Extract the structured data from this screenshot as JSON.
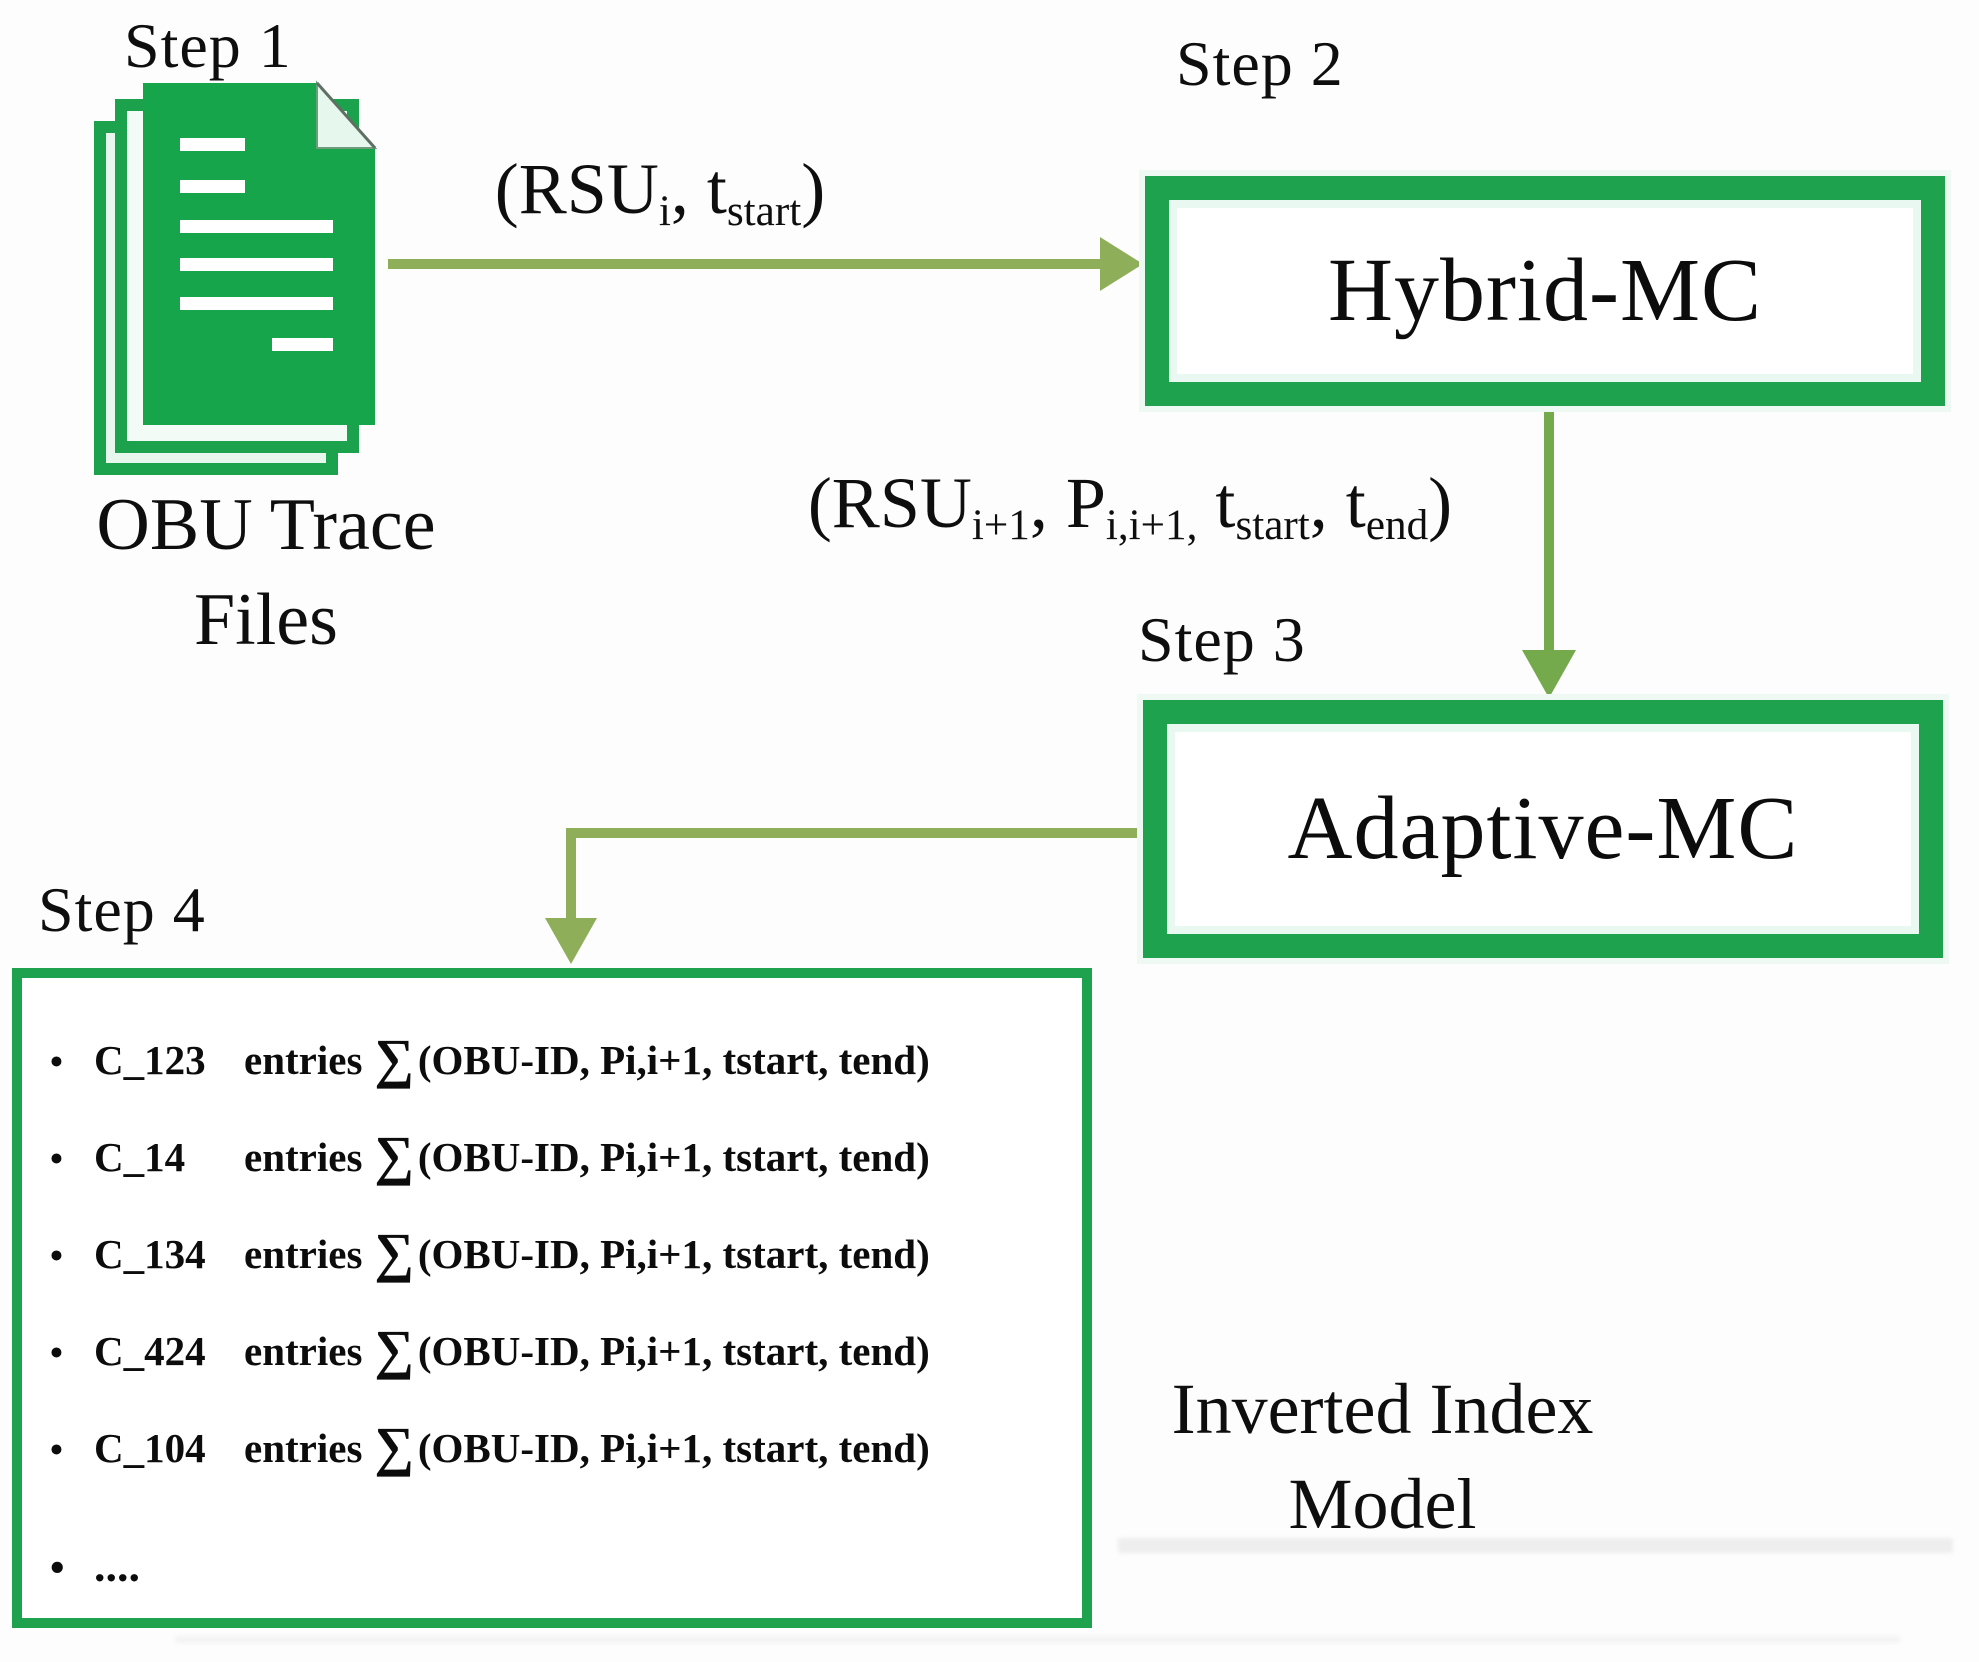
{
  "figure": {
    "colors": {
      "box_border_green": "#1ea24e",
      "document_green": "#17a54b",
      "arrow_olive": "#8fae59",
      "arrow_green": "#74a94c",
      "mint": "#e4f6ec",
      "text": "#0e0e0e"
    },
    "step1": {
      "label": "Step 1",
      "icon": "document-stack-icon",
      "caption_line1": "OBU Trace",
      "caption_line2": "Files"
    },
    "arrow1_label": {
      "open": "(RSU",
      "sub_i": "i",
      "mid": ", t",
      "sub_start": "start",
      "close": ")"
    },
    "step2": {
      "label": "Step 2",
      "box_title": "Hybrid-MC"
    },
    "arrow2_label": {
      "open": "(RSU",
      "sub_i1": "i+1",
      "mid1": ", P",
      "sub_p": "i,i+1,",
      "mid2": " t",
      "sub_start": "start",
      "mid3": ", t",
      "sub_end": "end",
      "close": ")"
    },
    "step3": {
      "label": "Step 3",
      "box_title": "Adaptive-MC"
    },
    "step4": {
      "label": "Step 4",
      "bullet_char": "•",
      "items": [
        {
          "id": "C_123",
          "word": "entries",
          "sum": "∑",
          "rest": "(OBU-ID, Pi,i+1, tstart, tend)"
        },
        {
          "id": "C_14",
          "word": "entries",
          "sum": "∑",
          "rest": "(OBU-ID, Pi,i+1, tstart, tend)"
        },
        {
          "id": "C_134",
          "word": "entries",
          "sum": "∑",
          "rest": "(OBU-ID, Pi,i+1, tstart, tend)"
        },
        {
          "id": "C_424",
          "word": "entries",
          "sum": "∑",
          "rest": "(OBU-ID, Pi,i+1, tstart, tend)"
        },
        {
          "id": "C_104",
          "word": "entries",
          "sum": "∑",
          "rest": "(OBU-ID, Pi,i+1, tstart, tend)"
        },
        {
          "id": "....",
          "word": "",
          "sum": "",
          "rest": ""
        }
      ],
      "side_caption_line1": "Inverted Index",
      "side_caption_line2": "Model"
    }
  }
}
